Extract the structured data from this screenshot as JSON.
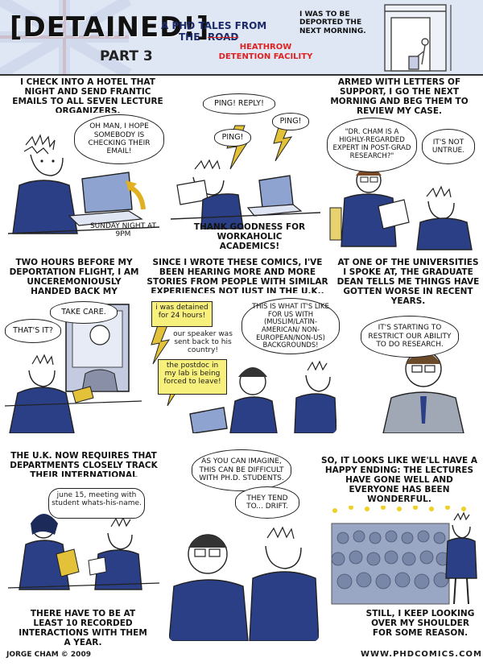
{
  "header": {
    "title": "[DETAINED!]",
    "part": "PART 3",
    "subtitle_line1": "A PHD TALES FROM",
    "subtitle_line2": "THE",
    "subtitle_struck": "ROAD",
    "subtitle_correction": "HEATHROW DETENTION FACILITY",
    "caption": "I WAS TO BE DEPORTED THE NEXT MORNING."
  },
  "panels": [
    {
      "caption": "I CHECK INTO A HOTEL THAT NIGHT AND SEND FRANTIC EMAILS TO ALL SEVEN LECTURE ORGANIZERS.",
      "bubble": "OH MAN, I HOPE SOMEBODY IS CHECKING THEIR EMAIL!",
      "label": "SUNDAY NIGHT AT 9pm"
    },
    {
      "sounds": [
        "PING! REPLY!",
        "PING!",
        "PING!"
      ],
      "caption": "THANK GOODNESS FOR WORKAHOLIC ACADEMICS!"
    },
    {
      "caption": "ARMED WITH LETTERS OF SUPPORT, I GO THE NEXT MORNING AND BEG THEM TO REVIEW MY CASE.",
      "bubble1": "\"DR. CHAM IS A HIGHLY-REGARDED EXPERT IN POST-GRAD RESEARCH?\"",
      "bubble2": "IT'S NOT UNTRUE."
    },
    {
      "caption": "TWO HOURS BEFORE MY DEPORTATION FLIGHT, I AM UNCEREMONIOUSLY HANDED BACK MY PASSPORT:",
      "bubble1": "TAKE CARE.",
      "bubble2": "THAT'S IT?"
    },
    {
      "caption": "SINCE I WROTE THESE COMICS, I'VE BEEN HEARING MORE AND MORE STORIES FROM PEOPLE WITH SIMILAR EXPERIENCES NOT JUST IN THE U.K., BUT THE U.S. AS WELL.",
      "note1": "i was detained for 24 hours!",
      "note2": "our speaker was sent back to his country!",
      "note3": "the postdoc in my lab is being forced to leave!",
      "bubble": "THIS IS WHAT IT'S LIKE FOR US WITH (muslim/latin-american/ non-european/non-US) BACKGROUNDS!"
    },
    {
      "caption": "AT ONE OF THE UNIVERSITIES I SPOKE AT, THE GRADUATE DEAN TELLS ME THINGS HAVE GOTTEN WORSE IN RECENT YEARS.",
      "bubble": "IT'S STARTING TO RESTRICT OUR ABILITY TO DO RESEARCH."
    },
    {
      "caption": "THE U.K. NOW REQUIRES THAT DEPARTMENTS CLOSELY TRACK THEIR INTERNATIONAL STUDENTS:",
      "bubble": "june 15, meeting with student whats-his-name.",
      "caption2": "THERE HAVE TO BE AT LEAST 10 RECORDED INTERACTIONS WITH THEM A YEAR."
    },
    {
      "bubble1": "AS YOU CAN IMAGINE, THIS CAN BE DIFFICULT WITH PH.D. STUDENTS.",
      "bubble2": "THEY TEND TO... DRIFT."
    },
    {
      "caption": "SO, IT LOOKS LIKE WE'LL HAVE A HAPPY ENDING: THE LECTURES HAVE GONE WELL AND EVERYONE HAS BEEN WONDERFUL.",
      "caption2": "STILL, I KEEP LOOKING OVER MY SHOULDER FOR SOME REASON."
    }
  ],
  "footer": {
    "credit": "JORGE CHAM © 2009",
    "website": "WWW.PHDCOMICS.COM"
  },
  "colors": {
    "header_bg": "#dfe6f4",
    "subtitle_blue": "#1c2a6a",
    "correction_red": "#d22222",
    "note_yellow": "#f8f07c",
    "shirt_blue": "#2b3f86"
  }
}
